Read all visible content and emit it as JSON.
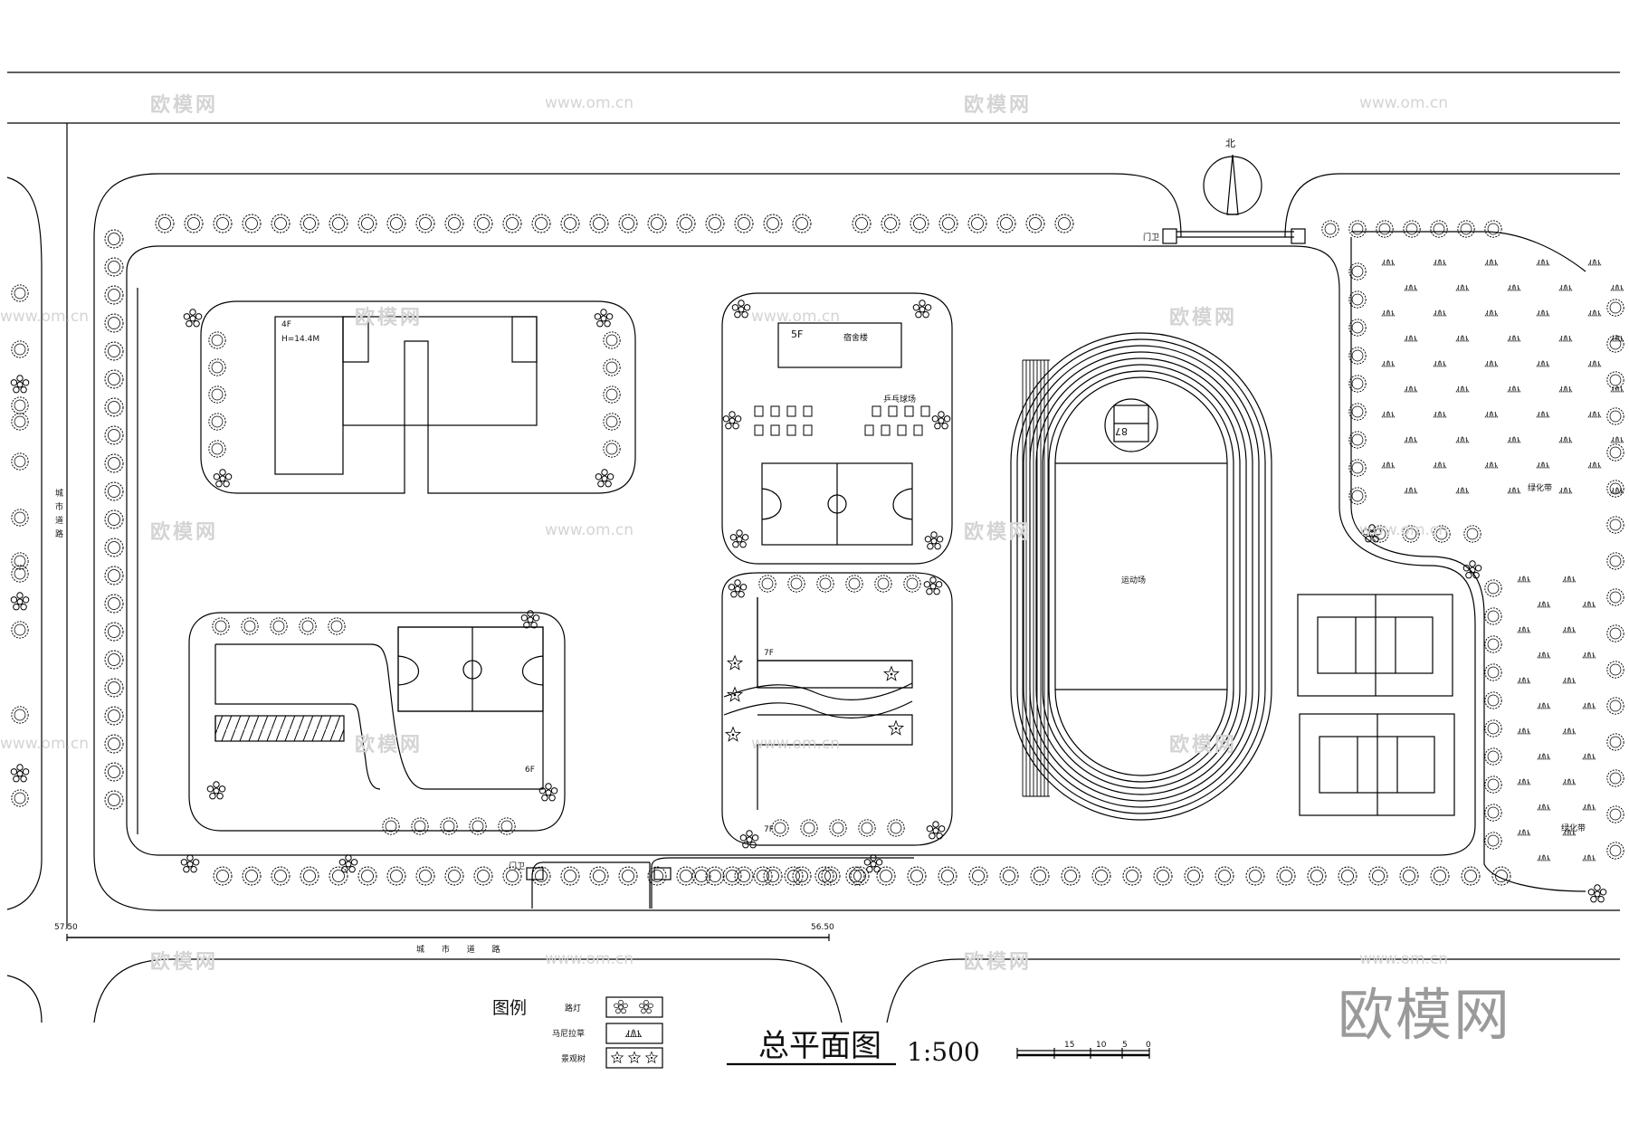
{
  "plan": {
    "title": "总平面图",
    "scale": "1:500",
    "north_label": "北",
    "gate_labels": [
      "门卫",
      "门卫"
    ],
    "road_label_left": "城市道路",
    "road_label_bottom": "城 市 道 路",
    "dimension_left": "57.50",
    "dimension_mid": "56.50",
    "buildings": {
      "office": {
        "floors": "4F",
        "height": "H=14.4M"
      },
      "dorm": {
        "floors": "5F",
        "name": "宿舍楼"
      },
      "ping_pong": "乒乓球场",
      "east_block_a": "7F",
      "east_block_b": "7F",
      "south_block": "6F"
    },
    "track": {
      "field_label": "运动场",
      "high_jump_label": "87"
    },
    "greenbelt_labels": [
      "绿化带",
      "绿化带"
    ],
    "scale_bar_ticks": [
      "15",
      "10",
      "5",
      "0"
    ],
    "legend": {
      "heading": "图例",
      "items": [
        {
          "label": "路灯",
          "icon": "street-lamp-icon"
        },
        {
          "label": "马尼拉草",
          "icon": "manila-grass-icon"
        },
        {
          "label": "景观树",
          "icon": "landscape-tree-icon"
        }
      ]
    }
  },
  "watermarks": [
    "欧模网",
    "www.om.cn"
  ],
  "brand": "欧模网"
}
